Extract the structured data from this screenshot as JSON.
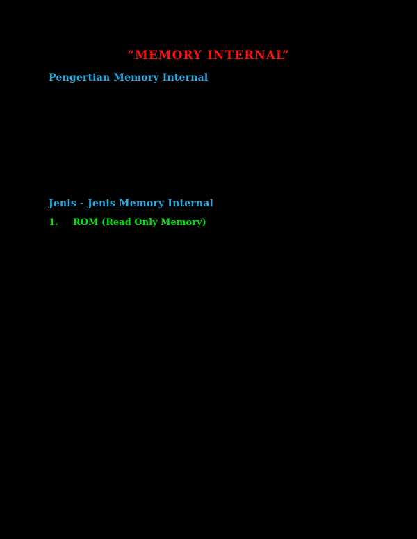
{
  "canvas": {
    "background": "#000000"
  },
  "document": {
    "title": {
      "text": "“MEMORY INTERNAL”",
      "color": "#FA0F0F"
    },
    "sections": [
      {
        "heading": "Pengertian Memory Internal",
        "color": "#29ABE2"
      },
      {
        "heading": "Jenis - Jenis Memory Internal",
        "color": "#29ABE2"
      }
    ],
    "list_items": [
      {
        "number": "1.",
        "label": "ROM (Read Only Memory)",
        "color": "#00E40B"
      }
    ]
  }
}
